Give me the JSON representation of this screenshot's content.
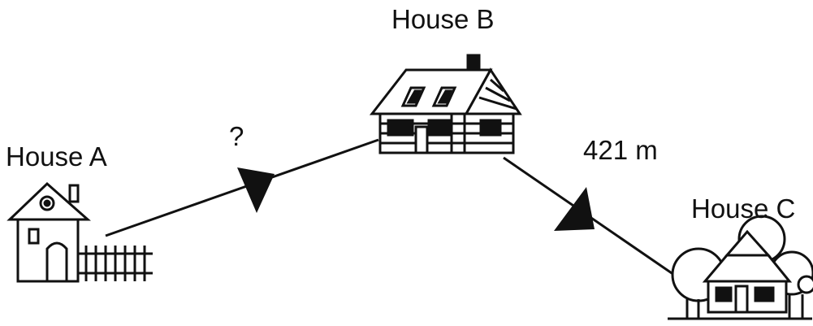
{
  "houses": {
    "a": {
      "label": "House A",
      "icon": "cottage-with-fence-icon"
    },
    "b": {
      "label": "House B",
      "icon": "log-cabin-icon"
    },
    "c": {
      "label": "House C",
      "icon": "house-with-trees-icon"
    }
  },
  "paths": {
    "ab": {
      "label": "?"
    },
    "bc": {
      "label": "421 m"
    }
  },
  "colors": {
    "ink": "#111111",
    "background": "#ffffff"
  }
}
